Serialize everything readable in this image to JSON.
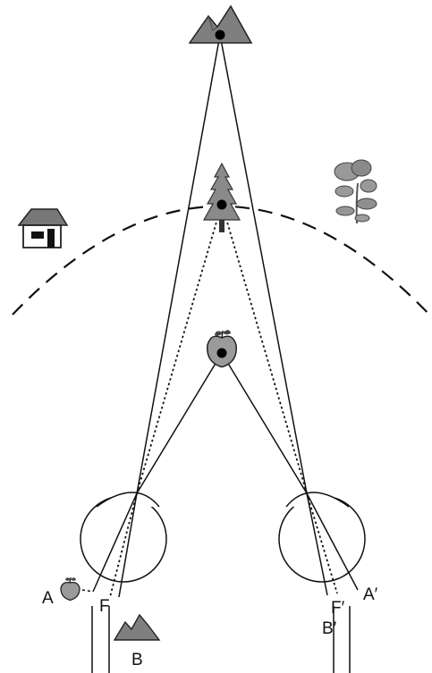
{
  "labels": {
    "left_retina_apple": "A",
    "left_fovea": "F",
    "left_retina_mountain": "B",
    "right_retina_apple": "A′",
    "right_fovea": "F′",
    "right_retina_mountain": "B′"
  }
}
